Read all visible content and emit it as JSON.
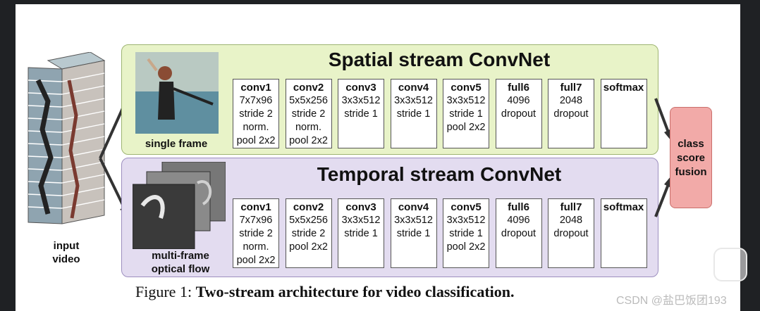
{
  "figure": {
    "caption_prefix": "Figure 1:",
    "caption_bold": "Two-stream architecture for video classification.",
    "input_label_1": "input",
    "input_label_2": "video",
    "fusion_lines": [
      "class",
      "score",
      "fusion"
    ],
    "spatial": {
      "title": "Spatial stream ConvNet",
      "image_label": "single frame",
      "layers": [
        {
          "name": "conv1",
          "lines": [
            "7x7x96",
            "stride 2",
            "norm.",
            "pool 2x2"
          ]
        },
        {
          "name": "conv2",
          "lines": [
            "5x5x256",
            "stride 2",
            "norm.",
            "pool 2x2"
          ]
        },
        {
          "name": "conv3",
          "lines": [
            "3x3x512",
            "stride 1"
          ]
        },
        {
          "name": "conv4",
          "lines": [
            "3x3x512",
            "stride 1"
          ]
        },
        {
          "name": "conv5",
          "lines": [
            "3x3x512",
            "stride 1",
            "pool 2x2"
          ]
        },
        {
          "name": "full6",
          "lines": [
            "4096",
            "dropout"
          ]
        },
        {
          "name": "full7",
          "lines": [
            "2048",
            "dropout"
          ]
        },
        {
          "name": "softmax",
          "lines": []
        }
      ]
    },
    "temporal": {
      "title": "Temporal stream ConvNet",
      "image_label_1": "multi-frame",
      "image_label_2": "optical flow",
      "layers": [
        {
          "name": "conv1",
          "lines": [
            "7x7x96",
            "stride 2",
            "norm.",
            "pool 2x2"
          ]
        },
        {
          "name": "conv2",
          "lines": [
            "5x5x256",
            "stride 2",
            "pool 2x2"
          ]
        },
        {
          "name": "conv3",
          "lines": [
            "3x3x512",
            "stride 1"
          ]
        },
        {
          "name": "conv4",
          "lines": [
            "3x3x512",
            "stride 1"
          ]
        },
        {
          "name": "conv5",
          "lines": [
            "3x3x512",
            "stride 1",
            "pool 2x2"
          ]
        },
        {
          "name": "full6",
          "lines": [
            "4096",
            "dropout"
          ]
        },
        {
          "name": "full7",
          "lines": [
            "2048",
            "dropout"
          ]
        },
        {
          "name": "softmax",
          "lines": []
        }
      ]
    }
  },
  "watermark": "CSDN @盐巴饭团193",
  "icons": {
    "play": "play-icon"
  },
  "colors": {
    "spatial_bg": "#e8f3c8",
    "temporal_bg": "#e3dcf0",
    "fusion_bg": "#f2aaa8"
  }
}
